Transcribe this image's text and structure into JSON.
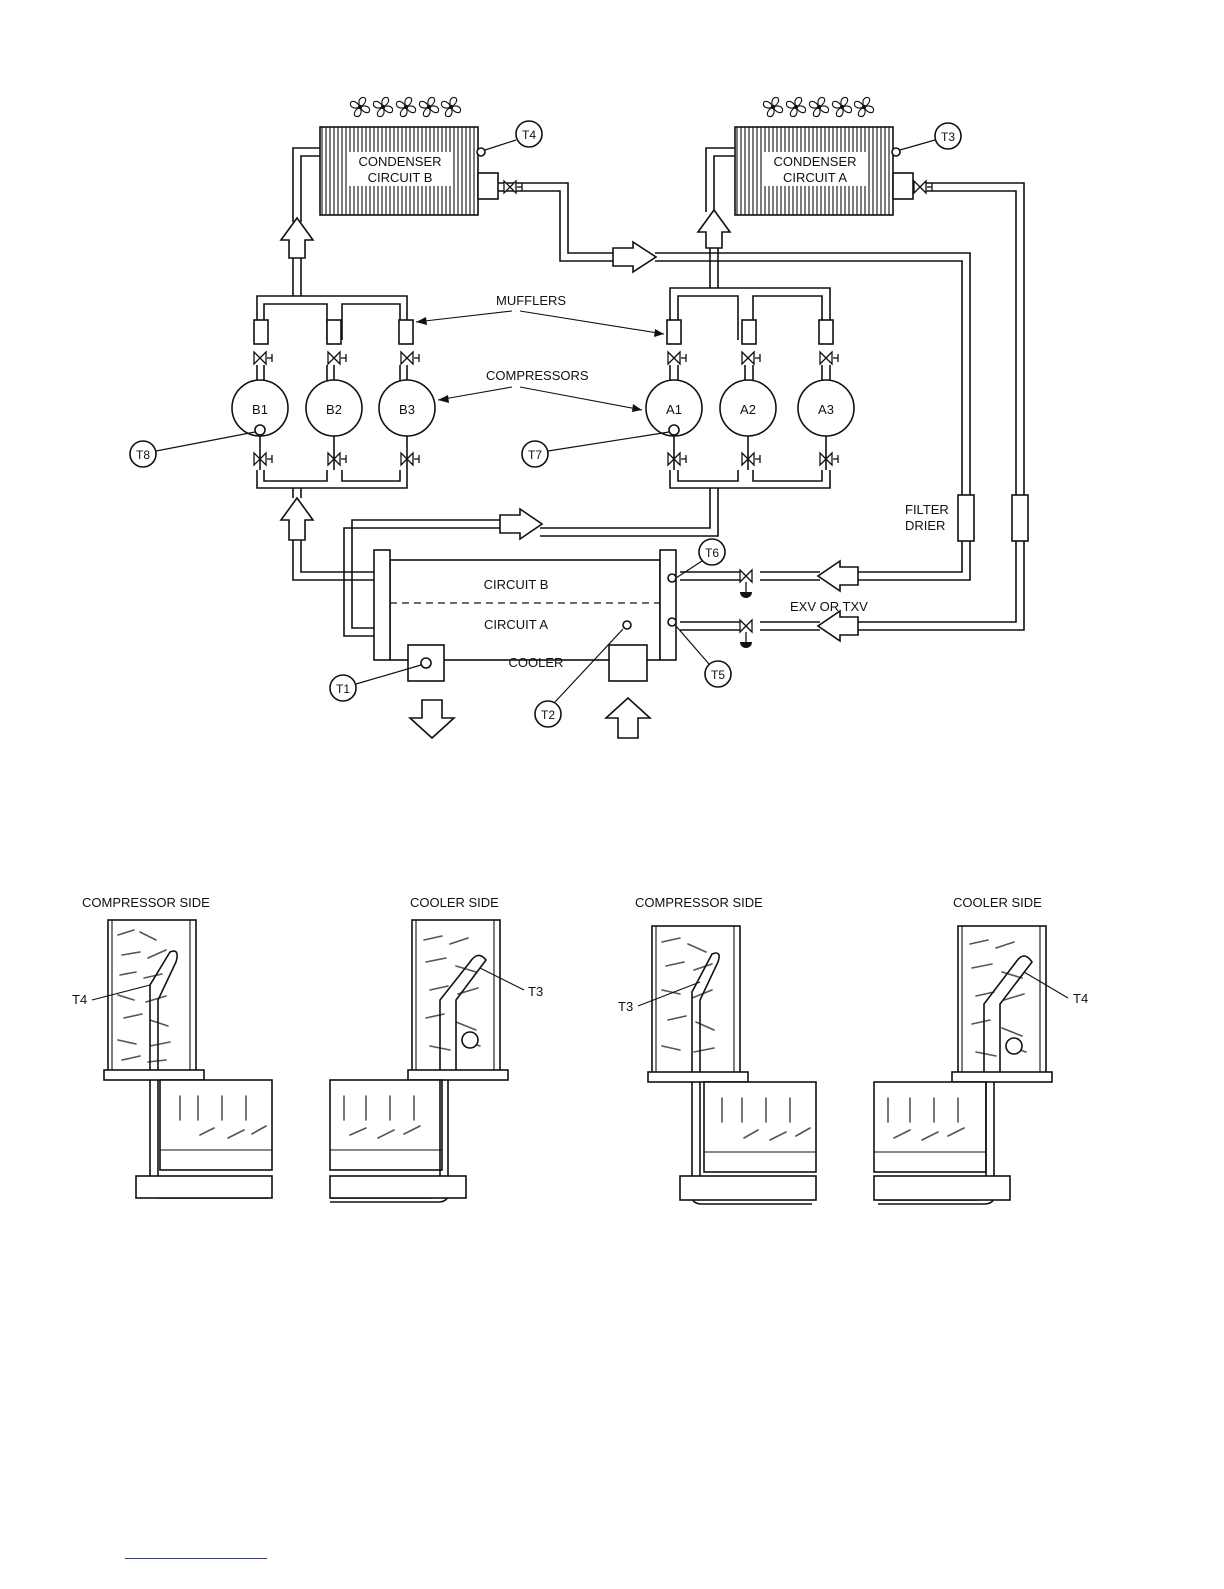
{
  "diagram": {
    "condensers": [
      {
        "id": "condenser-b",
        "line1": "CONDENSER",
        "line2": "CIRCUIT B",
        "sensor": "T4"
      },
      {
        "id": "condenser-a",
        "line1": "CONDENSER",
        "line2": "CIRCUIT A",
        "sensor": "T3"
      }
    ],
    "labels": {
      "mufflers": "MUFFLERS",
      "compressors": "COMPRESSORS",
      "filter_line1": "FILTER",
      "filter_line2": "DRIER",
      "exv": "EXV OR TXV",
      "circuit_b": "CIRCUIT B",
      "circuit_a": "CIRCUIT A",
      "cooler": "COOLER"
    },
    "compressors": [
      "B1",
      "B2",
      "B3",
      "A1",
      "A2",
      "A3"
    ],
    "sensors": {
      "t1": "T1",
      "t2": "T2",
      "t3": "T3",
      "t4": "T4",
      "t5": "T5",
      "t6": "T6",
      "t7": "T7",
      "t8": "T8"
    }
  },
  "details": [
    {
      "left_side": "COMPRESSOR SIDE",
      "right_side": "COOLER SIDE",
      "left_sensor": "T4",
      "right_sensor": "T3"
    },
    {
      "left_side": "COMPRESSOR SIDE",
      "right_side": "COOLER SIDE",
      "left_sensor": "T3",
      "right_sensor": "T4"
    }
  ]
}
